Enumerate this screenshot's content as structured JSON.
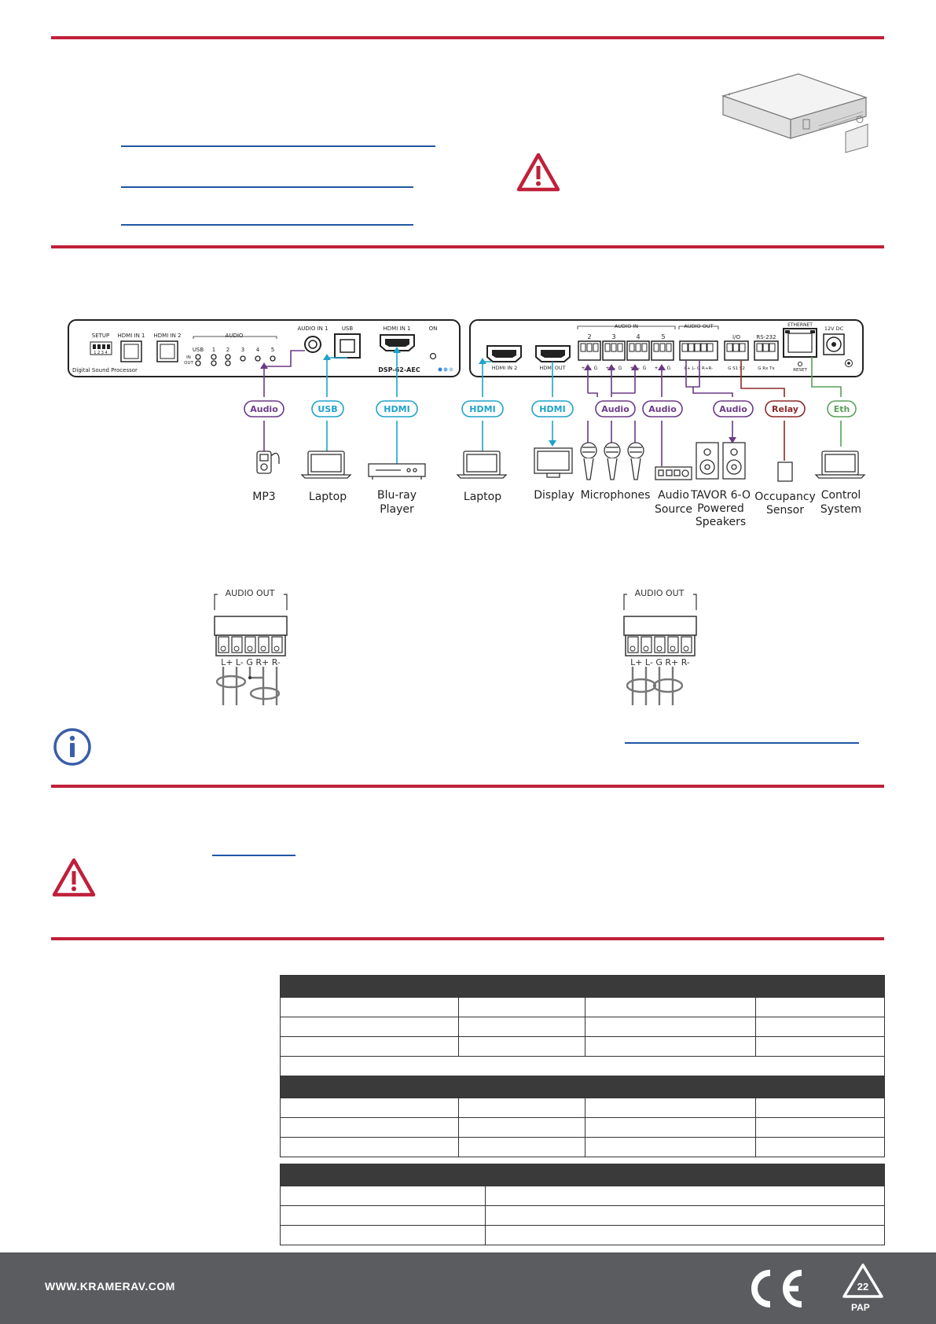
{
  "front_panel": {
    "setup": "SETUP",
    "dip_numbers": "1 2 3 4",
    "hdmi_in_1": "HDMI IN 1",
    "hdmi_in_2": "HDMI IN 2",
    "audio": "AUDIO",
    "usb": "USB",
    "ch1": "1",
    "ch2": "2",
    "ch3": "3",
    "ch4": "4",
    "ch5": "5",
    "in": "IN",
    "out": "OUT",
    "caption": "Digital Sound Processor",
    "audio_in_1": "AUDIO IN 1",
    "usb_port": "USB",
    "hdmi_in_1_right": "HDMI IN 1",
    "on": "ON",
    "model": "DSP-62-AEC"
  },
  "rear_panel": {
    "hdmi_in_2": "HDMI IN 2",
    "hdmi_out": "HDMI OUT",
    "audio_in": "AUDIO IN",
    "in2": "2",
    "in3": "3",
    "in4": "4",
    "in5": "5",
    "pin_plus": "+",
    "pin_minus": "−",
    "pin_g": "G",
    "audio_out": "AUDIO OUT",
    "audio_out_pins": "L+ L- G R+R-",
    "io": "I/O",
    "io_pins": "G S1 S2",
    "rs232": "RS-232",
    "rs232_pins": "G Rx Tx",
    "ethernet": "ETHERNET",
    "reset": "RESET",
    "dc": "12V DC"
  },
  "badges": [
    "Audio",
    "USB",
    "HDMI",
    "HDMI",
    "HDMI",
    "Audio",
    "Audio",
    "Audio",
    "Relay",
    "Eth"
  ],
  "devices": {
    "mp3": "MP3",
    "laptop1": "Laptop",
    "bluray_l1": "Blu-ray",
    "bluray_l2": "Player",
    "laptop2": "Laptop",
    "display": "Display",
    "microphones": "Microphones",
    "audio_source_l1": "Audio",
    "audio_source_l2": "Source",
    "speakers_l1": "TAVOR 6-O",
    "speakers_l2": "Powered",
    "speakers_l3": "Speakers",
    "sensor_l1": "Occupancy",
    "sensor_l2": "Sensor",
    "control_l1": "Control",
    "control_l2": "System"
  },
  "wiring": {
    "audio_out_label": "AUDIO OUT",
    "pins_left": "L+ L-  G  R+ R-",
    "pins_right": "L+ L-  G  R+ R-"
  },
  "footer": {
    "url": "WWW.KRAMERAV.COM",
    "recycle_number": "22",
    "recycle_code": "PAP"
  },
  "colors": {
    "rule": "#c0203a",
    "purple": "#6b3a85",
    "cyan": "#1fa3c9",
    "red_brown": "#8b2a2a",
    "green": "#5aa05a",
    "link": "#1f57a3",
    "info": "#3b5ea8",
    "footer": "#5b5c5f"
  }
}
